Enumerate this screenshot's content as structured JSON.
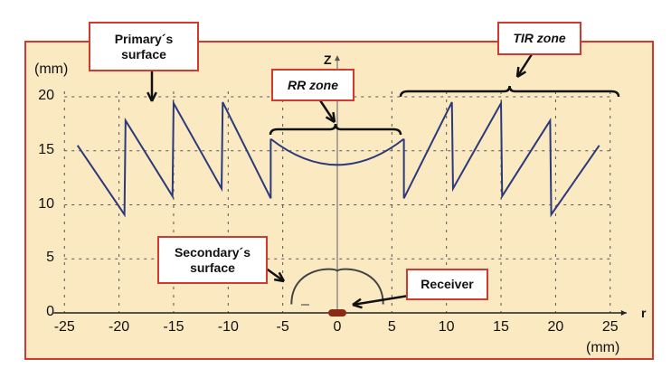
{
  "labels": {
    "primary": "Primary´s\nsurface",
    "tir": "TIR zone",
    "rr": "RR zone",
    "secondary": "Secondary´s\nsurface",
    "receiver": "Receiver"
  },
  "axes": {
    "z_label": "Z",
    "r_label": "r",
    "z_unit": "(mm)",
    "r_unit": "(mm)",
    "x_ticks": [
      "-25",
      "-20",
      "-15",
      "-10",
      "-5",
      "0",
      "5",
      "10",
      "15",
      "20",
      "25"
    ],
    "y_ticks": [
      "0",
      "5",
      "10",
      "15",
      "20"
    ]
  },
  "chart_data": {
    "type": "line",
    "xlim": [
      -25,
      25
    ],
    "ylim": [
      0,
      20
    ],
    "grid": true,
    "profile_left": [
      [
        -23.8,
        15.5
      ],
      [
        -19.5,
        9.1
      ],
      [
        -19.4,
        17.8
      ],
      [
        -15.1,
        10.8
      ],
      [
        -15.0,
        19.4
      ],
      [
        -10.6,
        11.5
      ],
      [
        -10.5,
        19.5
      ],
      [
        -6.1,
        10.6
      ],
      [
        -6.1,
        16.1
      ]
    ],
    "rr_curve": {
      "r_edge": 6.1,
      "z_edge": 16.1,
      "z_center": 13.7
    },
    "profile_right": [
      [
        6.1,
        16.1
      ],
      [
        6.1,
        10.6
      ],
      [
        10.5,
        19.5
      ],
      [
        10.6,
        11.5
      ],
      [
        15.0,
        19.4
      ],
      [
        15.1,
        10.8
      ],
      [
        19.5,
        17.8
      ],
      [
        19.6,
        9.1
      ],
      [
        24.0,
        15.5
      ]
    ],
    "secondary_half_width": 4.2,
    "secondary_height": 4.1,
    "colors": {
      "profile": "#2b3a7a",
      "frame": "#d23a2f",
      "fill": "#fbe9c2",
      "receiver": "#8b2a14"
    }
  }
}
